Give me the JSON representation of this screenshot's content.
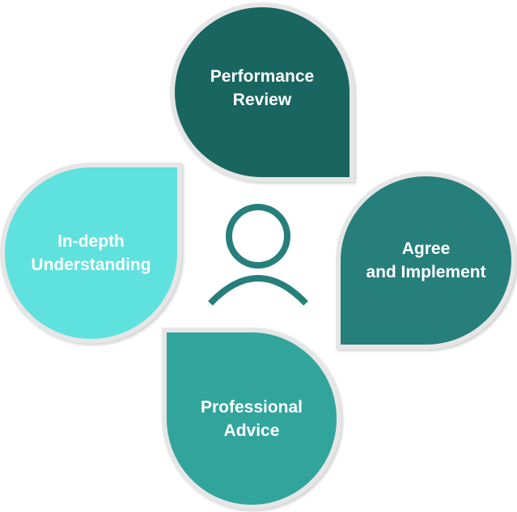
{
  "steps": {
    "top": {
      "line1": "Performance",
      "line2": "Review"
    },
    "right": {
      "line1": "Agree",
      "line2": "and Implement"
    },
    "bottom": {
      "line1": "Professional",
      "line2": "Advice"
    },
    "left": {
      "line1": "In-depth",
      "line2": "Understanding"
    }
  },
  "colors": {
    "top": "#196660",
    "right": "#267f7b",
    "bottom": "#31a59c",
    "left": "#5fe1dd",
    "icon": "#267f7b"
  }
}
